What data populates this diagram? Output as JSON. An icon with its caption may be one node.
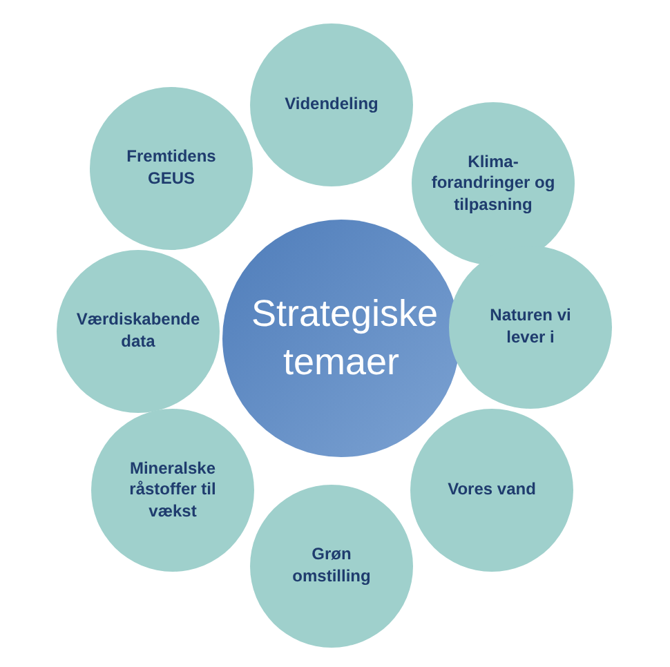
{
  "diagram": {
    "nodes": [
      {
        "text": [
          "Strategiske temaer"
        ]
      },
      {
        "text": [
          "Videndeling"
        ]
      },
      {
        "text": [
          "Klima- forandringer og tilpasning"
        ]
      },
      {
        "text": [
          "Naturen vi lever i"
        ]
      },
      {
        "text": [
          "Vores vand"
        ]
      },
      {
        "text": [
          "Grøn omstilling"
        ]
      },
      {
        "text": [
          "Mineralske råstoffer til vækst"
        ]
      },
      {
        "text": [
          "Værdiskabende data"
        ]
      },
      {
        "text": [
          "Fremtidens GEUS"
        ]
      }
    ]
  }
}
